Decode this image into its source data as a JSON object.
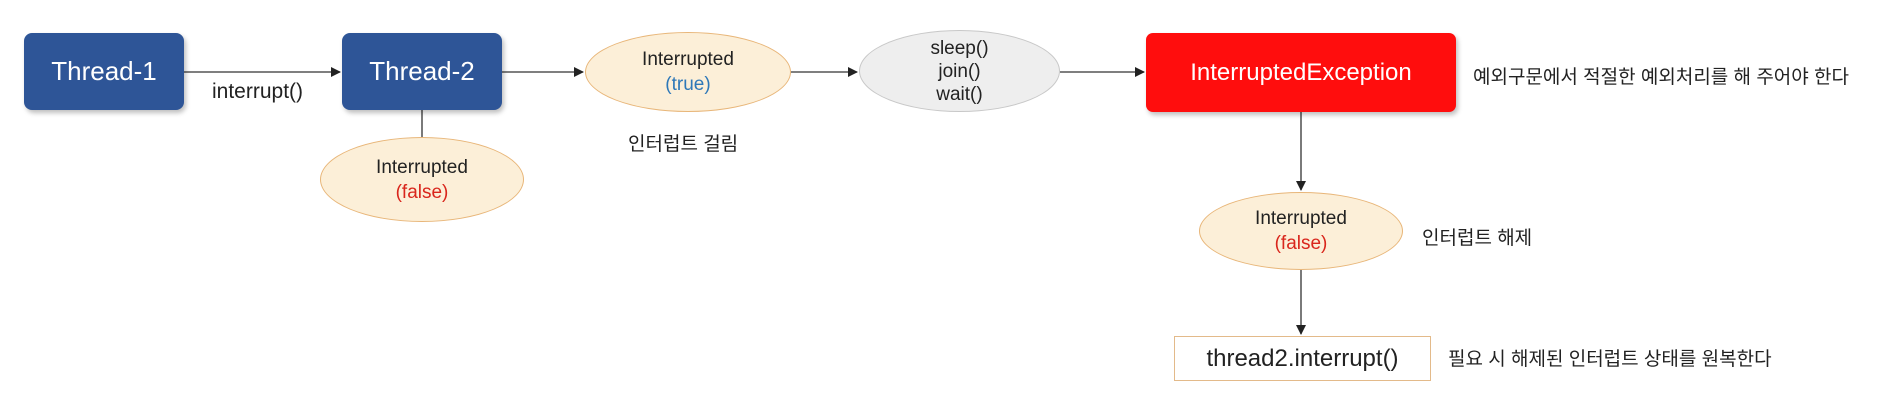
{
  "nodes": {
    "thread1": {
      "label": "Thread-1"
    },
    "thread2": {
      "label": "Thread-2"
    },
    "thread2_flag": {
      "title": "Interrupted",
      "value": "(false)"
    },
    "interrupted_true": {
      "title": "Interrupted",
      "value": "(true)"
    },
    "blocking_methods": {
      "lines": [
        "sleep()",
        "join()",
        "wait()"
      ]
    },
    "exception": {
      "label": "InterruptedException"
    },
    "interrupted_false": {
      "title": "Interrupted",
      "value": "(false)"
    },
    "reinterrupt": {
      "label": "thread2.interrupt()"
    }
  },
  "edges": {
    "interrupt_call": "interrupt()"
  },
  "annotations": {
    "interrupt_set": "인터럽트 걸림",
    "handle_exception": "예외구문에서 적절한 예외처리를 해 주어야 한다",
    "interrupt_cleared": "인터럽트 해제",
    "restore_interrupt": "필요 시 해제된 인터럽트 상태를 원복한다"
  },
  "colors": {
    "thread_box": "#2e5597",
    "exception_box": "#ff0d0d",
    "flag_fill": "#fcefd8",
    "flag_border": "#e8b679",
    "methods_fill": "#eeeeee",
    "true_text": "#2e78b8",
    "false_text": "#d9261c"
  }
}
